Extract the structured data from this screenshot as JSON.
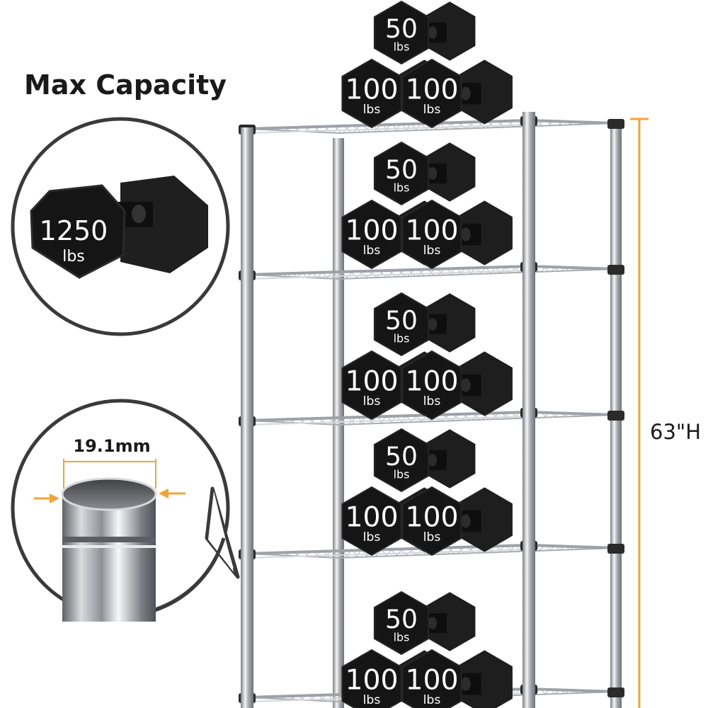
{
  "title": "Max Capacity",
  "capacity": {
    "value": "1250",
    "unit": "lbs"
  },
  "tube_diameter": "19.1mm",
  "height": "63\"H",
  "weight_unit": "lbs",
  "shelves": [
    {
      "weights": [
        "50",
        "100",
        "100"
      ]
    },
    {
      "weights": [
        "50",
        "100",
        "100"
      ]
    },
    {
      "weights": [
        "50",
        "100",
        "100"
      ]
    },
    {
      "weights": [
        "50",
        "100",
        "100"
      ]
    },
    {
      "weights": [
        "50",
        "100",
        "100"
      ]
    }
  ],
  "colors": {
    "accent": "#f2a33a",
    "rubber": "#151515",
    "chrome": "#b9bcc0",
    "circle_border": "#3a3a3a"
  }
}
